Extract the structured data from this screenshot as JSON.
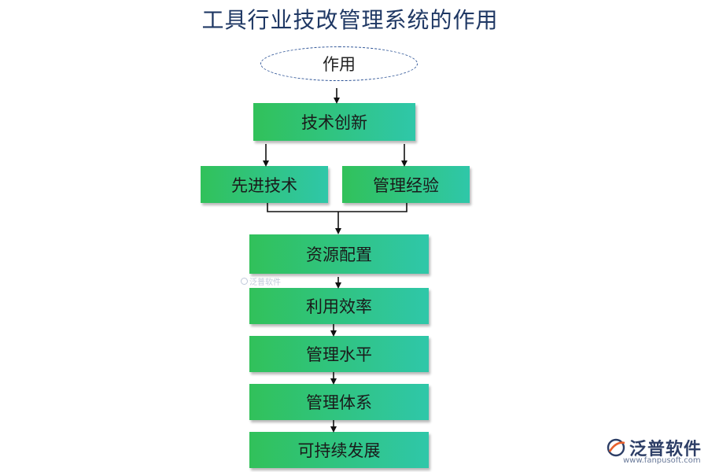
{
  "title": "工具行业技改管理系统的作用",
  "start_node": "作用",
  "nodes": {
    "tech_innovation": "技术创新",
    "advanced_tech": "先进技术",
    "mgmt_experience": "管理经验",
    "resource_allocation": "资源配置",
    "utilization_efficiency": "利用效率",
    "mgmt_level": "管理水平",
    "mgmt_system": "管理体系",
    "sustainable_dev": "可持续发展"
  },
  "watermark": "泛普软件",
  "logo": {
    "name": "泛普软件",
    "url": "www.fanpusoft.com"
  },
  "colors": {
    "box_start": "#31c15a",
    "box_end": "#2fc7a9",
    "title": "#1f3864",
    "oval_border": "#2f5597"
  }
}
